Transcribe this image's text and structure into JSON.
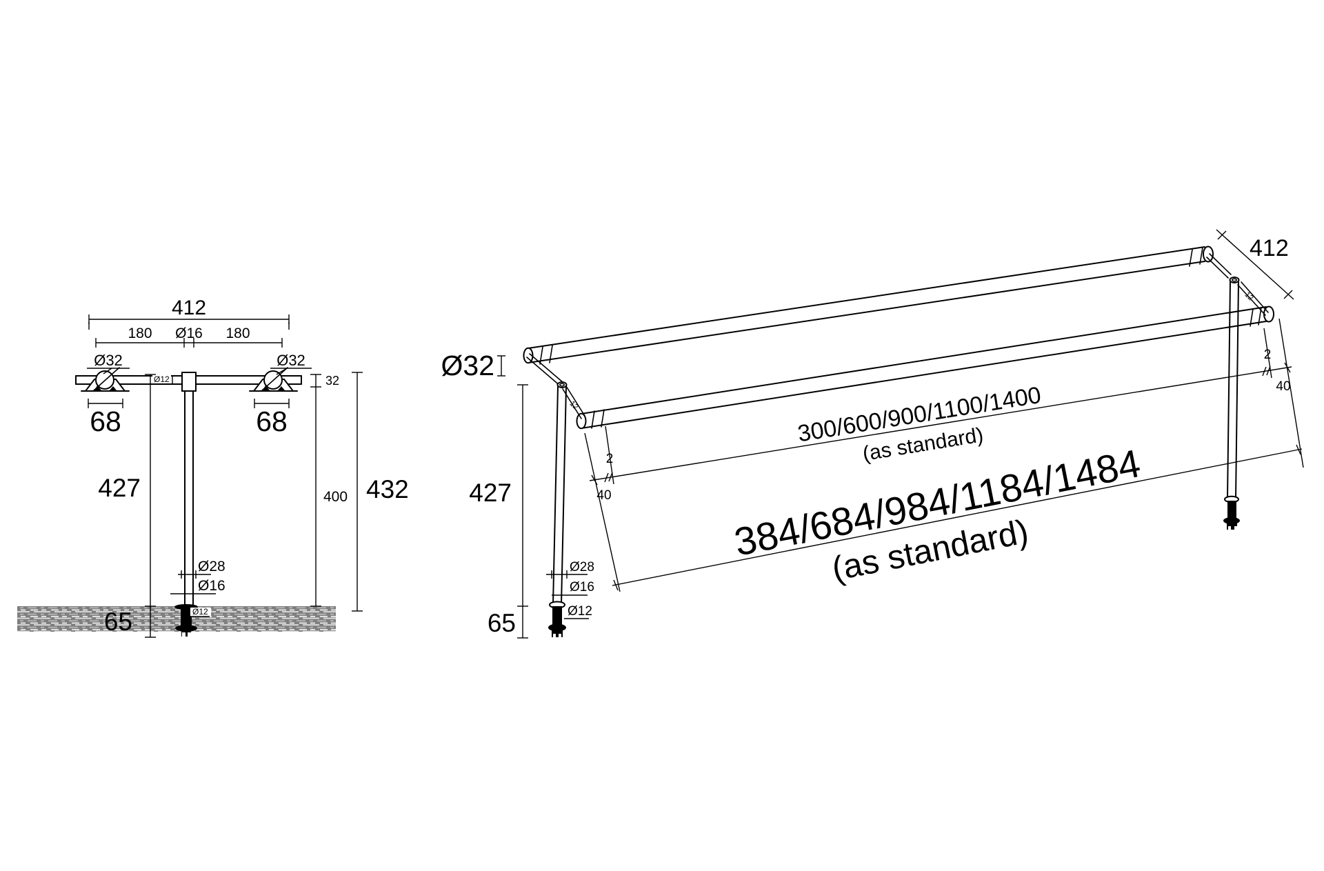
{
  "drawing": {
    "front_view": {
      "dim_overall_width": "412",
      "dim_rail_spacing_left": "180",
      "dim_post_dia": "Ø16",
      "dim_rail_spacing_right": "180",
      "label_rail_dia_left": "Ø32",
      "label_rail_dia_right": "Ø32",
      "dim_bracket_left": "68",
      "dim_bracket_right": "68",
      "dim_height_rail": "427",
      "dim_rail_od": "32",
      "dim_post_height": "400",
      "dim_total_height": "432",
      "label_crossbar_dia": "Ø12",
      "label_sleeve_dia": "Ø28",
      "label_post_lower_dia": "Ø16",
      "label_anchor_dia": "Ø12",
      "dim_embed_depth": "65"
    },
    "iso_view": {
      "dim_depth": "412",
      "label_rail_dia": "Ø32",
      "dim_height_rail": "427",
      "dim_embed_depth": "65",
      "label_sleeve_dia": "Ø28",
      "label_post_dia": "Ø16",
      "label_anchor_dia": "Ø12",
      "label_arm_dia_left": "12",
      "label_arm_dia_right": "12",
      "dim_end_gap_left": "2",
      "dim_end_offset_left": "40",
      "dim_end_gap_right": "2",
      "dim_end_offset_right": "40",
      "dim_rail_lengths": "300/600/900/1100/1400",
      "dim_rail_lengths_note": "(as standard)",
      "dim_overall_lengths": "384/684/984/1184/1484",
      "dim_overall_lengths_note": "(as standard)"
    }
  }
}
